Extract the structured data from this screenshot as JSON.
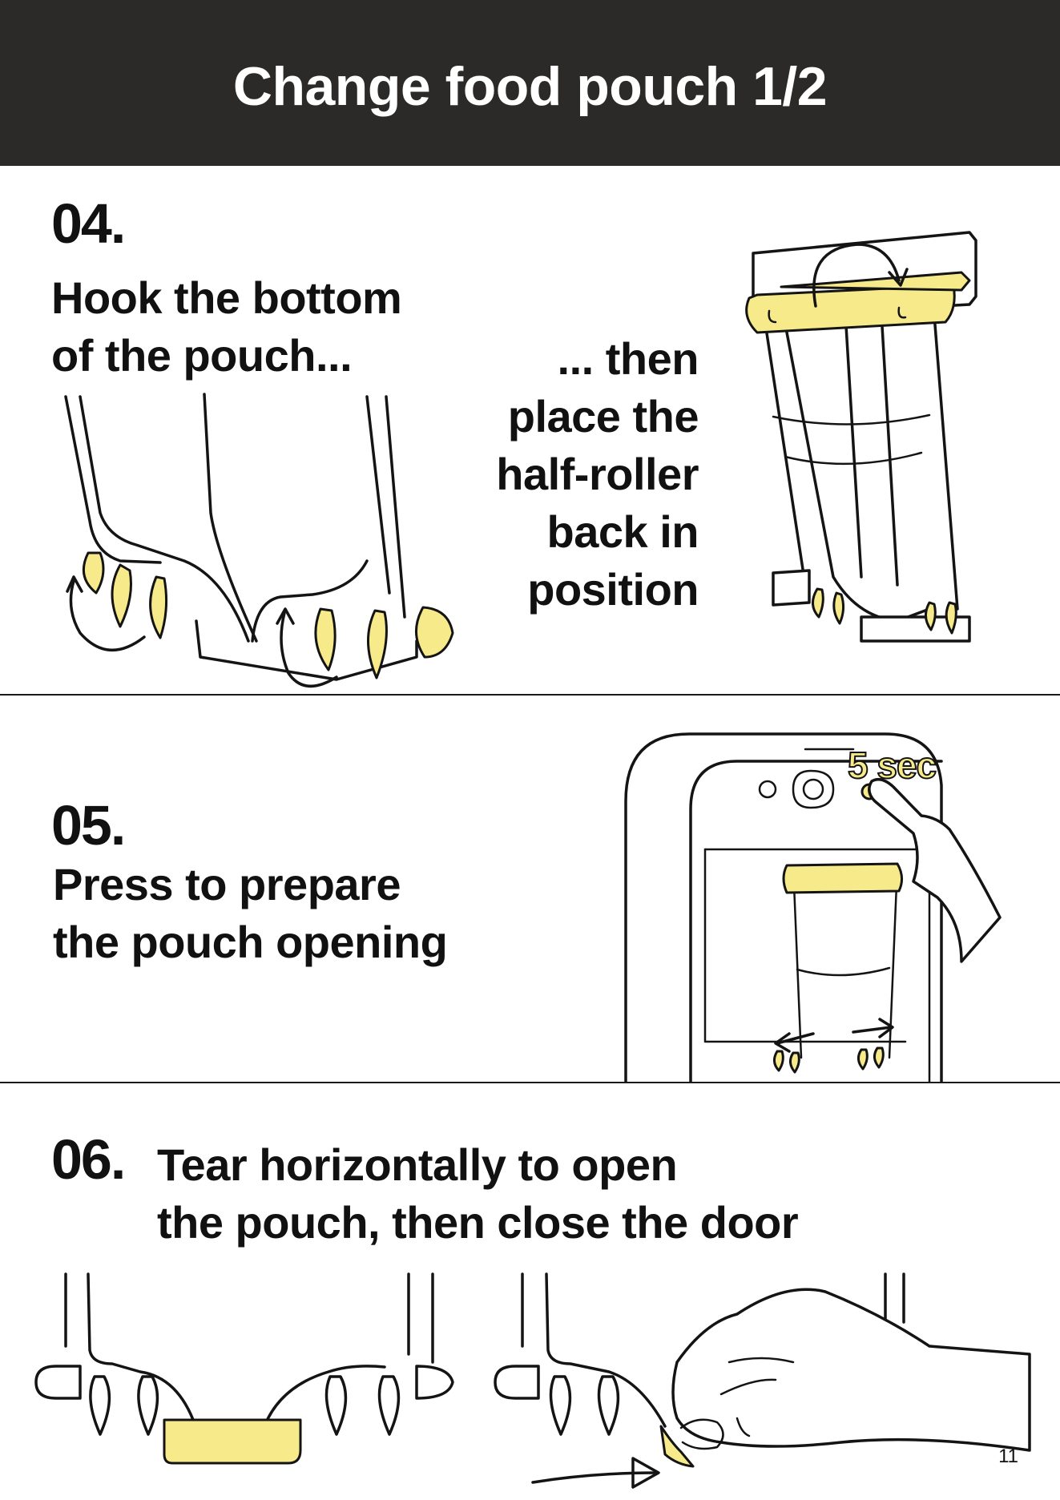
{
  "header": {
    "title": "Change food pouch 1/2"
  },
  "steps": [
    {
      "number": "04.",
      "text": "Hook the bottom\nof the pouch...",
      "text_right": "... then\nplace the\nhalf-roller\nback in\nposition"
    },
    {
      "number": "05.",
      "text": "Press to prepare\nthe pouch opening",
      "timer_label": "5 sec"
    },
    {
      "number": "06.",
      "text": "Tear horizontally to open\nthe pouch, then close the door"
    }
  ],
  "page_number": "11",
  "colors": {
    "header_bg": "#2b2a28",
    "accent_yellow": "#f7ea8a",
    "ink": "#141414"
  },
  "icons": [
    "curved-arrow-icon",
    "press-finger-icon",
    "tear-arrow-icon"
  ]
}
